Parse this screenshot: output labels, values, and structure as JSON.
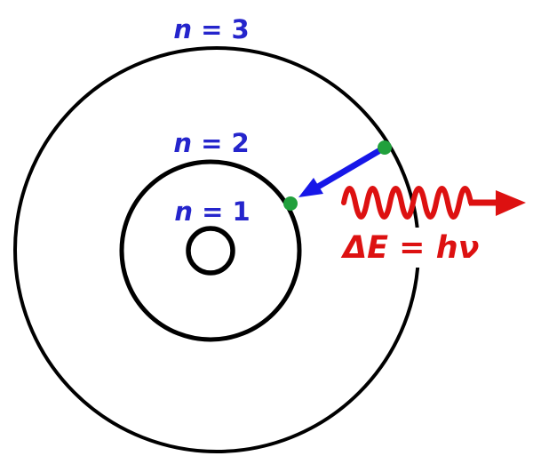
{
  "diagram": {
    "orbit_labels": {
      "n3": {
        "symbol": "n",
        "rest": " = 3"
      },
      "n2": {
        "symbol": "n",
        "rest": " = 2"
      },
      "n1": {
        "symbol": "n",
        "rest": " = 1"
      }
    },
    "photon_formula": "ΔE = hν"
  },
  "colors": {
    "orbit_stroke": "#000000",
    "label_blue": "#2525cc",
    "transition_arrow_blue": "#1717e8",
    "electron_green": "#21a03c",
    "photon_red": "#dd1111",
    "background": "#ffffff"
  }
}
